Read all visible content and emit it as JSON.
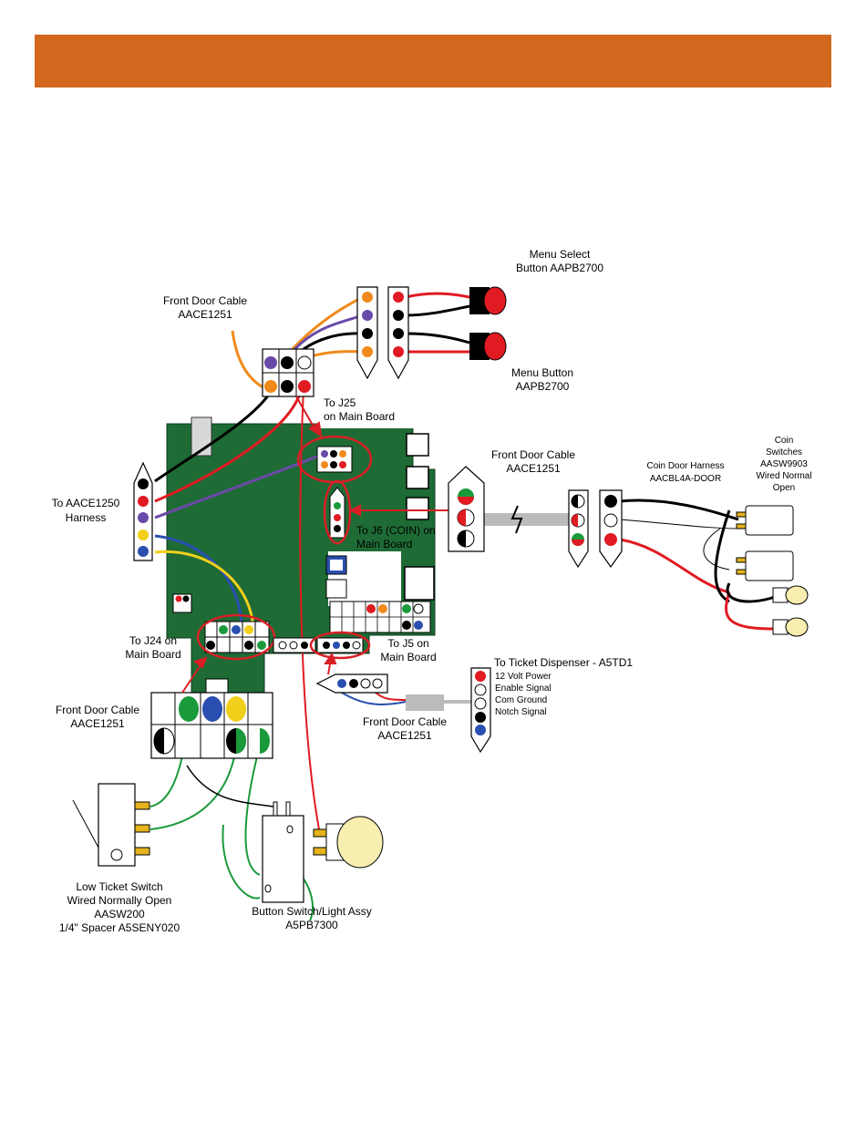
{
  "labels": {
    "menu_select_1": "Menu Select",
    "menu_select_2": "Button AAPB2700",
    "menu_button_1": "Menu Button",
    "menu_button_2": "AAPB2700",
    "fdc_top_1": "Front Door Cable",
    "fdc_top_2": "AACE1251",
    "j25_1": "To J25",
    "j25_2": "on Main Board",
    "aace1250_1": "To AACE1250",
    "aace1250_2": "Harness",
    "fdc_right_1": "Front Door Cable",
    "fdc_right_2": "AACE1251",
    "j6_1": "To J6 (COIN) on",
    "j6_2": "Main Board",
    "coin_harness_1": "Coin Door Harness",
    "coin_harness_2": "AACBL4A-DOOR",
    "coin_sw_1": "Coin",
    "coin_sw_2": "Switches",
    "coin_sw_3": "AASW9903",
    "coin_sw_4": "Wired Normal",
    "coin_sw_5": "Open",
    "j24_1": "To J24 on",
    "j24_2": "Main Board",
    "j5_1": "To J5 on",
    "j5_2": "Main Board",
    "ticket_disp": "To Ticket Dispenser  -  A5TD1",
    "pin_12v": "12 Volt Power",
    "pin_enable": "Enable Signal",
    "pin_com": "Com Ground",
    "pin_notch": "Notch Signal",
    "fdc_bottom_1": "Front Door Cable",
    "fdc_bottom_2": "AACE1251",
    "fdc_left_1": "Front Door Cable",
    "fdc_left_2": "AACE1251",
    "low_ticket_1": "Low Ticket Switch",
    "low_ticket_2": "Wired Normally Open",
    "low_ticket_3": "AASW200",
    "low_ticket_4": "1/4\" Spacer A5SENY020",
    "button_switch_1": "Button Switch/Light Assy",
    "button_switch_2": "A5PB7300"
  },
  "colors": {
    "header": "#d2691e",
    "board": "#1e6b35",
    "red": "#e01b22",
    "orange": "#f08a1c",
    "purple": "#6a4aa8",
    "blue": "#2a4fb0",
    "yellow": "#f2cf1a",
    "green": "#1a9a3a",
    "highlight": "#d91f26"
  }
}
